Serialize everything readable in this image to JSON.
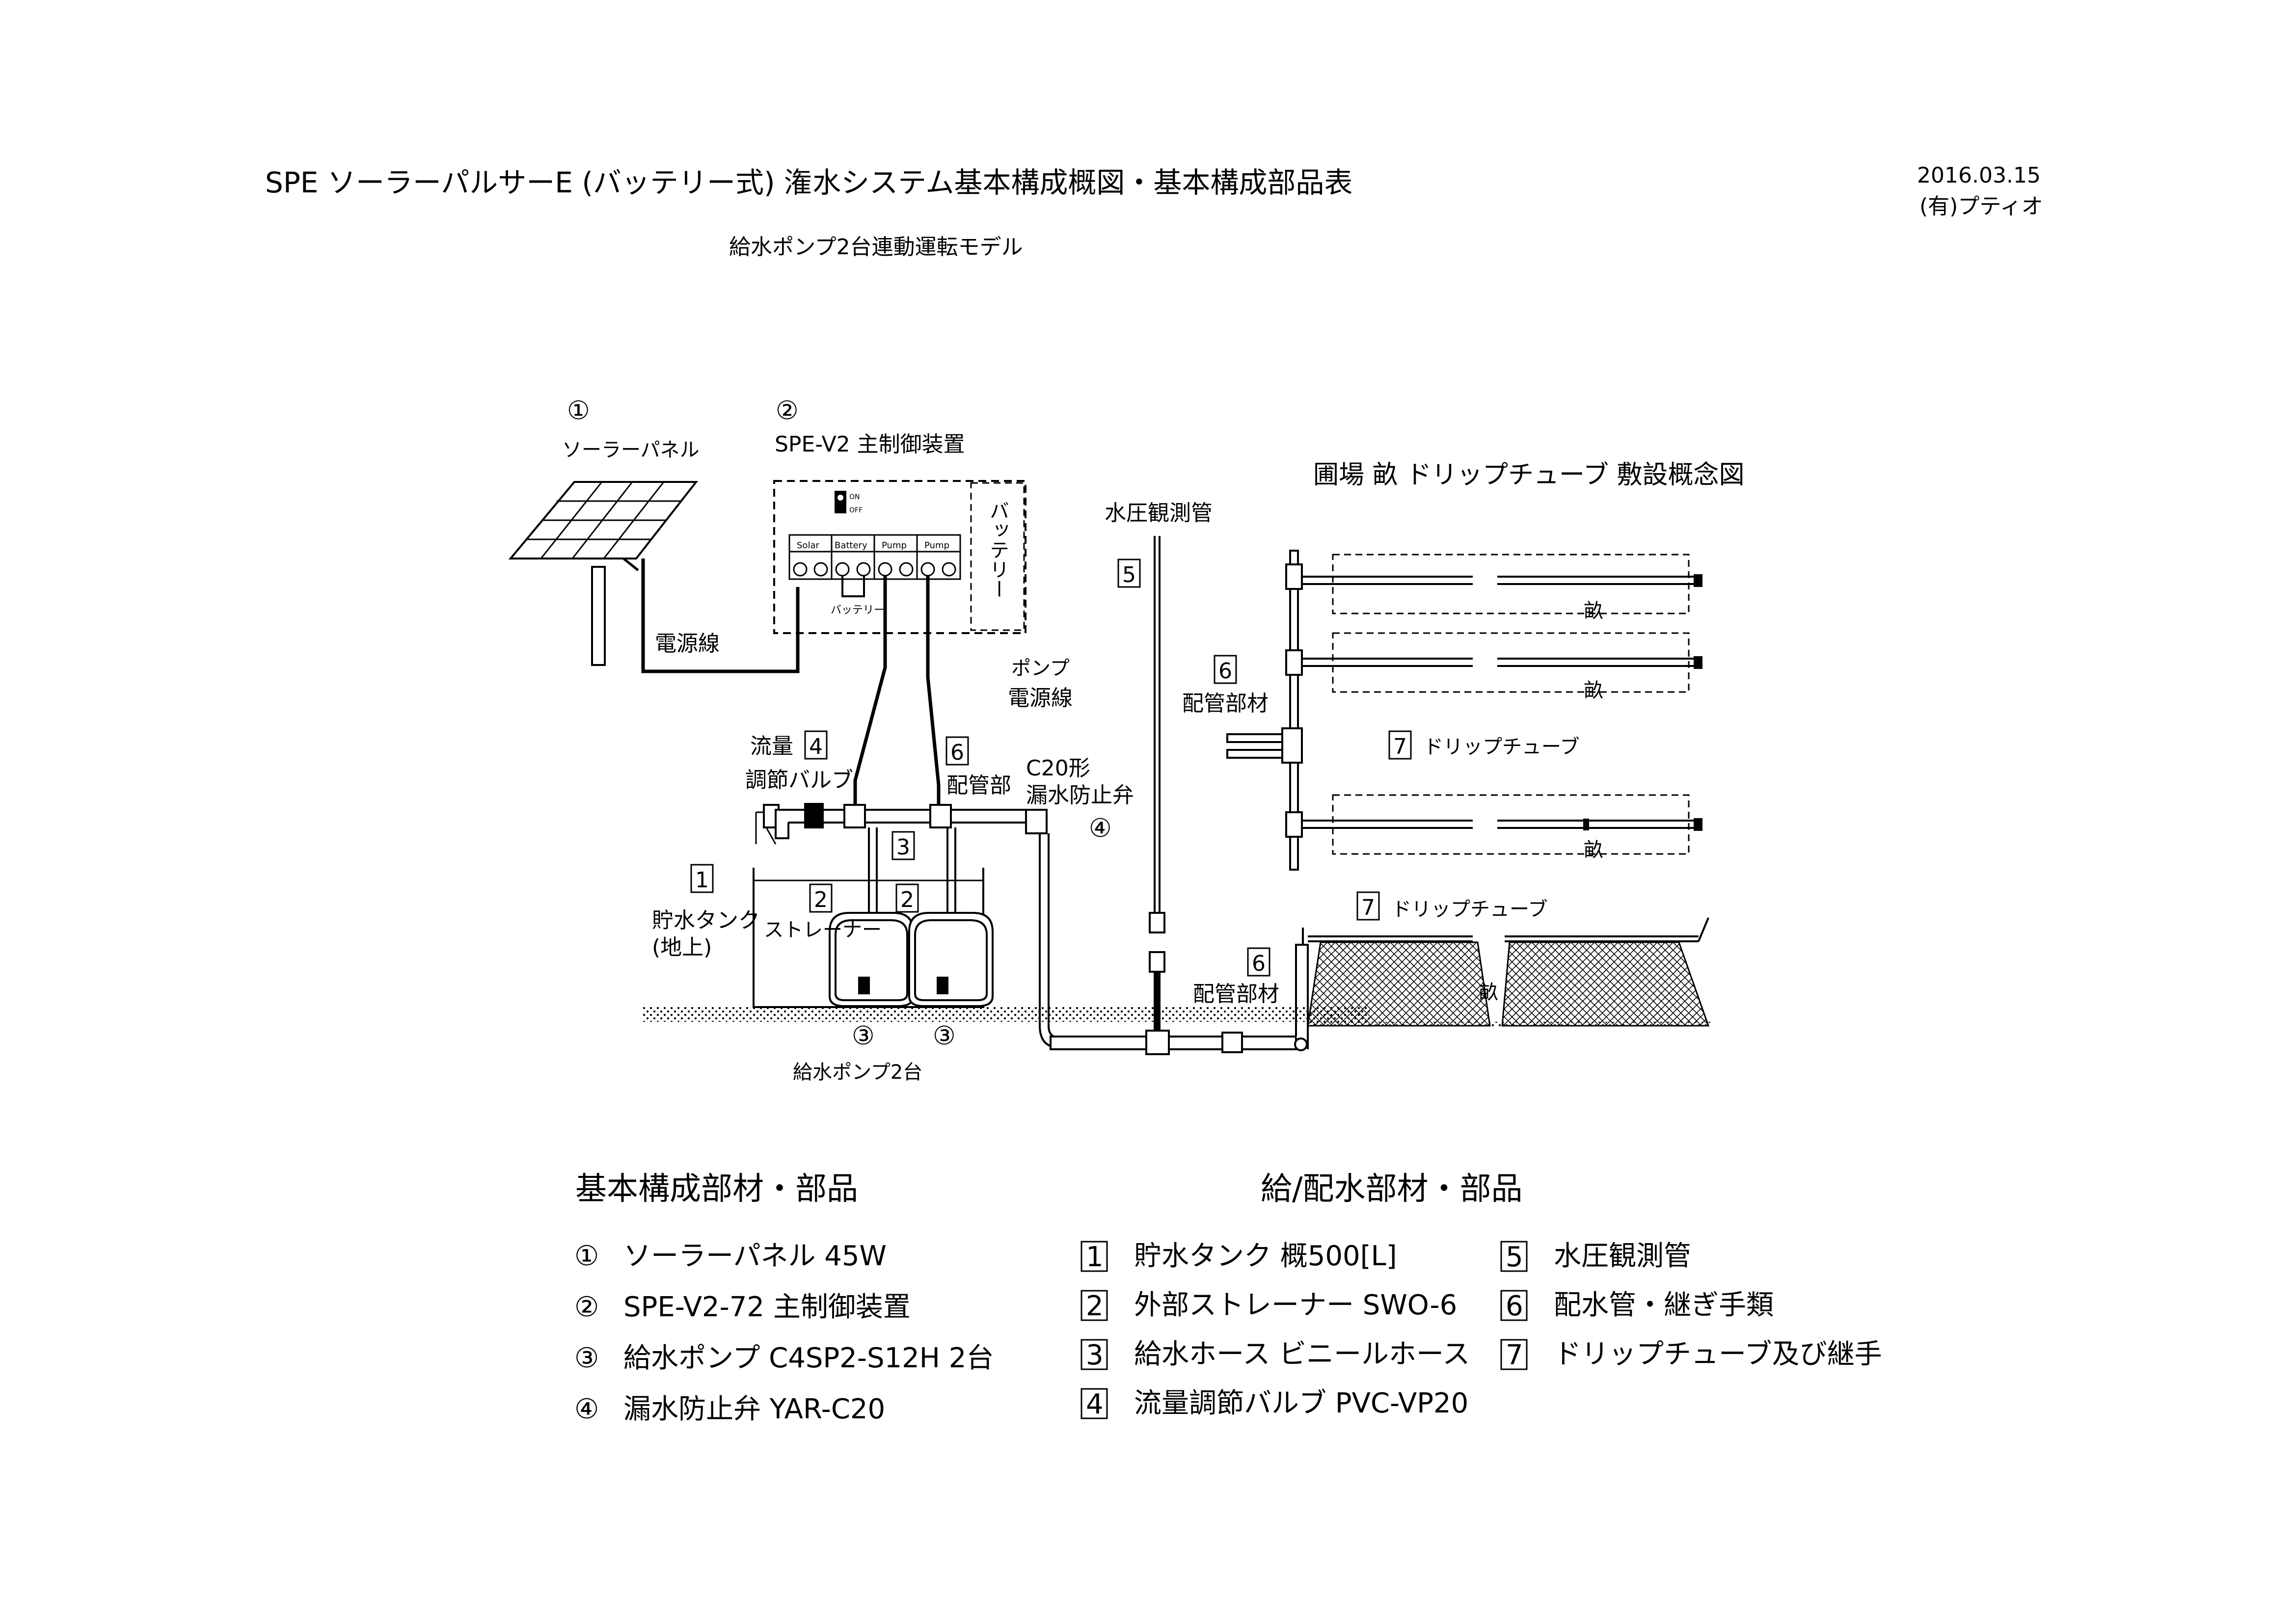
{
  "header": {
    "title": "SPE ソーラーパルサーE (バッテリー式) 潅水システム基本構成概図・基本構成部品表",
    "subtitle": "給水ポンプ2台連動運転モデル",
    "date": "2016.03.15",
    "company": "(有)プティオ"
  },
  "diagram": {
    "solar_num": "①",
    "solar_name": "ソーラーパネル",
    "ctrl_num": "②",
    "ctrl_name": "SPE-V2 主制御装置",
    "battery_box": "バッテリー",
    "switch_on": "ON",
    "switch_off": "OFF",
    "term_solar": "Solar",
    "term_battery": "Battery",
    "term_pump1": "Pump",
    "term_pump2": "Pump",
    "battery_wire": "バッテリー",
    "power_line": "電源線",
    "pump_power_line_1": "ポンプ",
    "pump_power_line_2": "電源線",
    "pressure_pipe_label": "水圧観測管",
    "pressure_pipe_num": "5",
    "piping_num_a": "6",
    "piping_label_a": "配管部材",
    "flow_label_1": "流量",
    "flow_num": "4",
    "flow_label_2": "調節バルブ",
    "piping_num_b": "6",
    "piping_label_b": "配管部",
    "check_valve_1": "C20形",
    "check_valve_2": "漏水防止弁",
    "check_valve_num": "④",
    "hose_num": "3",
    "tank_num": "1",
    "tank_label_1": "貯水タンク",
    "tank_label_2": "(地上)",
    "strainer_num_1": "2",
    "strainer_num_2": "2",
    "strainer_label": "ストレーナー",
    "pump_num_1": "③",
    "pump_num_2": "③",
    "pump_label": "給水ポンプ2台",
    "field_title": "圃場 畝 ドリップチューブ 敷設概念図",
    "ridge_1": "畝",
    "ridge_2": "畝",
    "ridge_3": "畝",
    "drip_num_a": "7",
    "drip_label_a": "ドリップチューブ",
    "drip_num_b": "7",
    "drip_label_b": "ドリップチューブ",
    "piping_num_c": "6",
    "piping_label_c": "配管部材",
    "ridge_section": "畝"
  },
  "parts": {
    "basic_title": "基本構成部材・部品",
    "basic": [
      {
        "num": "①",
        "text": "ソーラーパネル 45W"
      },
      {
        "num": "②",
        "text": "SPE-V2-72 主制御装置"
      },
      {
        "num": "③",
        "text": "給水ポンプ C4SP2-S12H 2台"
      },
      {
        "num": "④",
        "text": "漏水防止弁 YAR-C20"
      }
    ],
    "supply_title": "給/配水部材・部品",
    "supply_left": [
      {
        "num": "1",
        "text": "貯水タンク 概500[L]"
      },
      {
        "num": "2",
        "text": "外部ストレーナー SWO-6"
      },
      {
        "num": "3",
        "text": "給水ホース ビニールホース"
      },
      {
        "num": "4",
        "text": "流量調節バルブ PVC-VP20"
      }
    ],
    "supply_right": [
      {
        "num": "5",
        "text": "水圧観測管"
      },
      {
        "num": "6",
        "text": "配水管・継ぎ手類"
      },
      {
        "num": "7",
        "text": "ドリップチューブ及び継手"
      }
    ]
  }
}
